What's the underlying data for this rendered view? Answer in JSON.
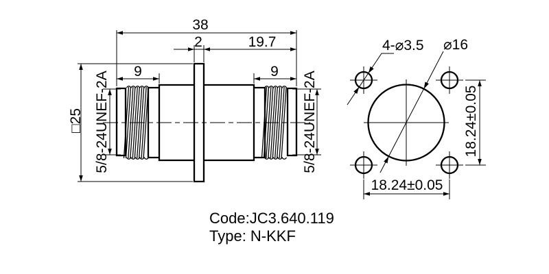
{
  "side_view": {
    "overall_length": "38",
    "flange_thickness": "2",
    "right_length": "19.7",
    "thread_length_left": "9",
    "thread_length_right": "9",
    "flange_size": "□25",
    "thread_spec_left": "5/8-24UNEF-2A",
    "thread_spec_right": "5/8-24UNEF-2A"
  },
  "front_view": {
    "mounting_holes": "4-⌀3.5",
    "body_diameter": "⌀16",
    "hole_spacing_vertical": "18.24±0.05",
    "hole_spacing_horizontal": "18.24±0.05"
  },
  "title": {
    "code": "Code:JC3.640.119",
    "type": "Type: N-KKF"
  },
  "colors": {
    "line": "#000000",
    "background": "#ffffff"
  }
}
